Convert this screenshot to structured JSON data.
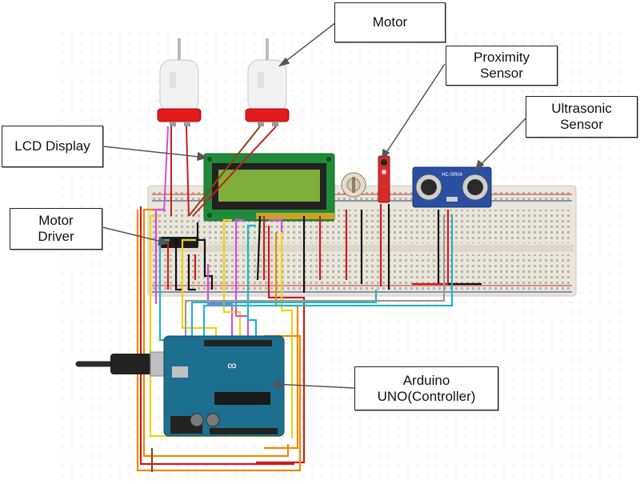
{
  "labels": {
    "motor": "Motor",
    "proximity_line1": "Proximity",
    "proximity_line2": "Sensor",
    "ultrasonic_line1": "Ultrasonic",
    "ultrasonic_line2": "Sensor",
    "lcd": "LCD Display",
    "motor_driver_line1": "Motor",
    "motor_driver_line2": "Driver",
    "arduino_line1": "Arduino",
    "arduino_line2": "UNO(Controller)"
  },
  "board_silkscreen": {
    "arduino_logo": "∞",
    "ultrasonic_model": "HC-SR04"
  },
  "colors": {
    "breadboard": "#e9e6dc",
    "lcd_board": "#1f8a3a",
    "lcd_screen": "#7fae3c",
    "arduino_board": "#1d6f8f",
    "motor_body": "#f2f2f2",
    "motor_cap": "#e31b1b",
    "ultrasonic_board": "#2a4fa3",
    "proximity_board": "#d42b2b",
    "wire_red": "#c81e1e",
    "wire_black": "#111111",
    "wire_orange": "#f08a00",
    "wire_yellow": "#f1d30e",
    "wire_magenta": "#d34fd6",
    "wire_cyan": "#25b3c8",
    "wire_brown": "#8b4513",
    "wire_grey": "#9a9a9a"
  }
}
